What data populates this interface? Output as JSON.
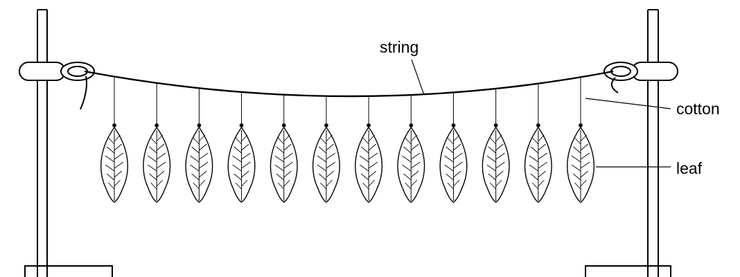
{
  "labels": {
    "string": "string",
    "cotton": "cotton",
    "leaf": "leaf"
  },
  "leaf_count": 12,
  "colors": {
    "line": "#000000",
    "background": "#ffffff"
  }
}
